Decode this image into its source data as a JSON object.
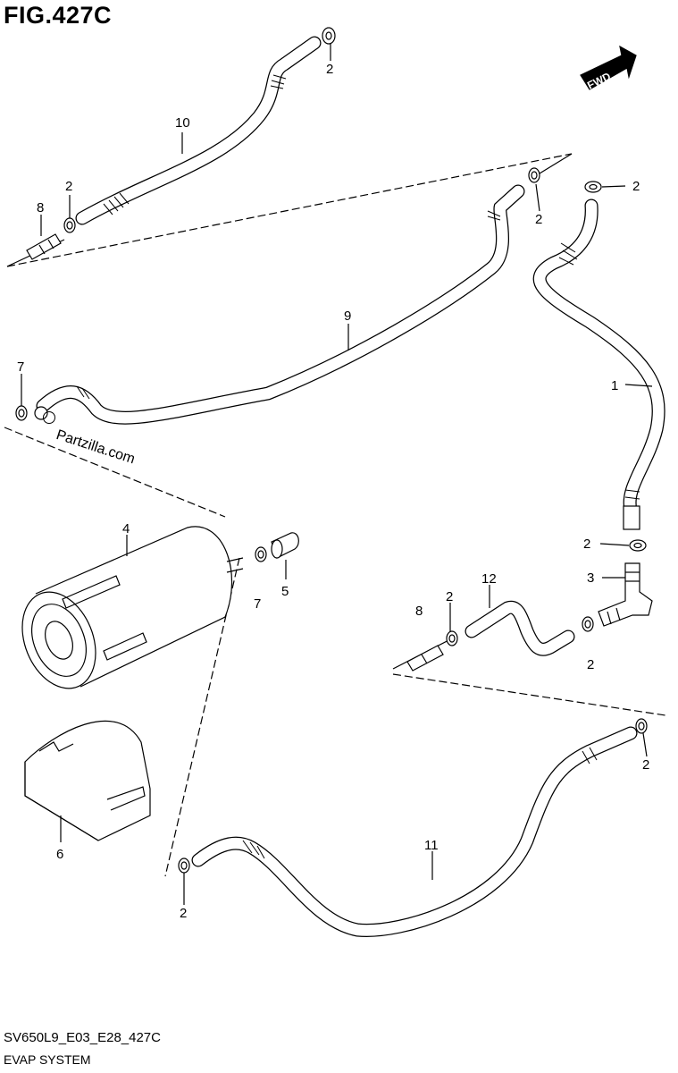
{
  "header": {
    "figure_id": "FIG.427C"
  },
  "footer": {
    "drawing_code": "SV650L9_E03_E28_427C",
    "section_name": "EVAP SYSTEM"
  },
  "watermark": {
    "text": "Partzilla.com"
  },
  "direction_badge": {
    "text": "FWD"
  },
  "callouts": [
    {
      "id": "c-10",
      "label": "10"
    },
    {
      "id": "c-2a",
      "label": "2"
    },
    {
      "id": "c-8a",
      "label": "8"
    },
    {
      "id": "c-2b",
      "label": "2"
    },
    {
      "id": "c-2c",
      "label": "2"
    },
    {
      "id": "c-2d",
      "label": "2"
    },
    {
      "id": "c-9",
      "label": "9"
    },
    {
      "id": "c-7a",
      "label": "7"
    },
    {
      "id": "c-1",
      "label": "1"
    },
    {
      "id": "c-4",
      "label": "4"
    },
    {
      "id": "c-5",
      "label": "5"
    },
    {
      "id": "c-7b",
      "label": "7"
    },
    {
      "id": "c-2e",
      "label": "2"
    },
    {
      "id": "c-3",
      "label": "3"
    },
    {
      "id": "c-12",
      "label": "12"
    },
    {
      "id": "c-8b",
      "label": "8"
    },
    {
      "id": "c-2f",
      "label": "2"
    },
    {
      "id": "c-2g",
      "label": "2"
    },
    {
      "id": "c-2h",
      "label": "2"
    },
    {
      "id": "c-6",
      "label": "6"
    },
    {
      "id": "c-11",
      "label": "11"
    },
    {
      "id": "c-2i",
      "label": "2"
    }
  ]
}
